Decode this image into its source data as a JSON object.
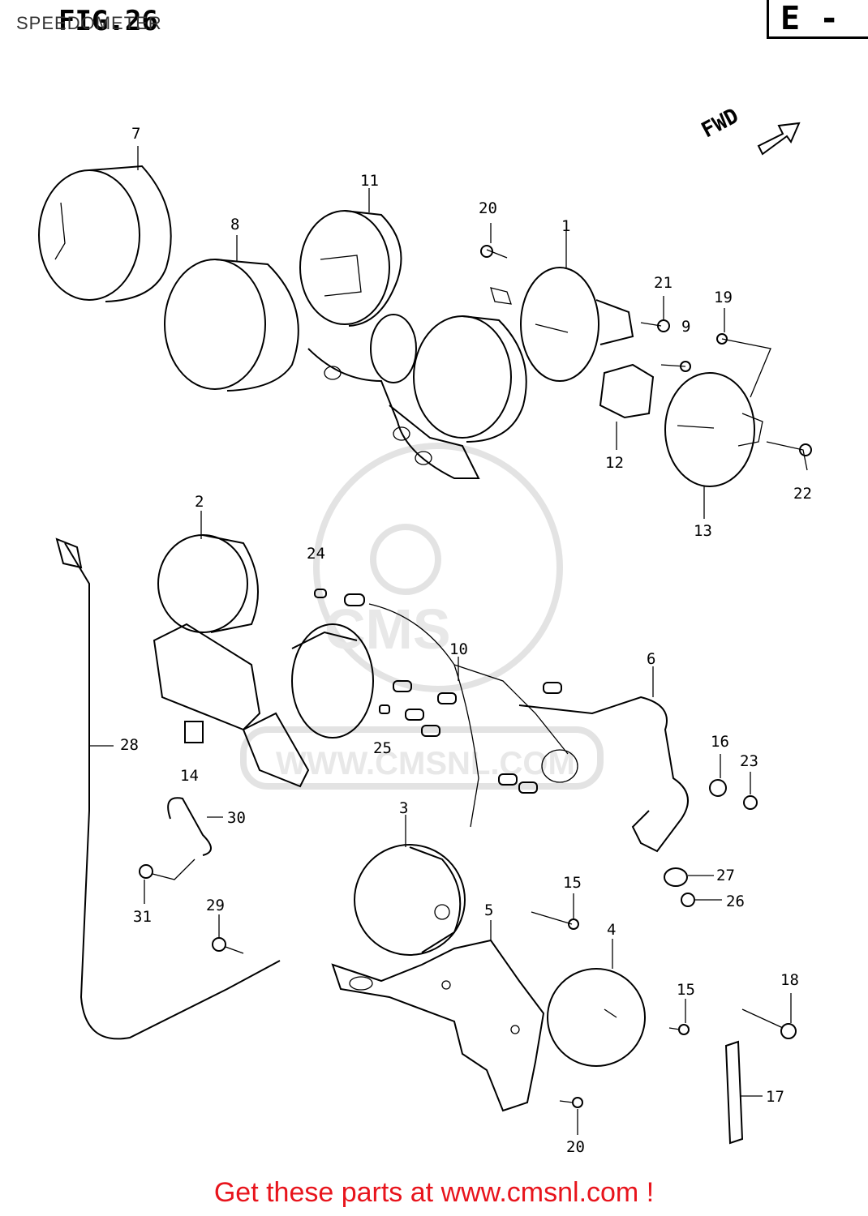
{
  "header": {
    "title": "SPEEDOMETER",
    "figure_label": "FIG.26",
    "section_label": "E -"
  },
  "diagram": {
    "direction_label": "FWD",
    "callouts": [
      "7",
      "8",
      "11",
      "20",
      "1",
      "21",
      "19",
      "9",
      "12",
      "13",
      "22",
      "2",
      "24",
      "10",
      "6",
      "28",
      "14",
      "25",
      "16",
      "23",
      "3",
      "30",
      "27",
      "26",
      "15",
      "31",
      "29",
      "5",
      "4",
      "15",
      "18",
      "17",
      "20"
    ]
  },
  "watermark": {
    "url_text": "WWW.CMSNL.COM",
    "brand_text": "CMS"
  },
  "footer": {
    "cta": "Get these parts at www.cmsnl.com !"
  }
}
